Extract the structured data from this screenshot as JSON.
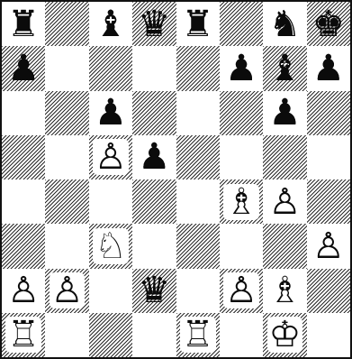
{
  "board": {
    "orientation": "white-bottom",
    "squares": [
      [
        "r",
        "",
        "b",
        "q",
        "r",
        "",
        "n",
        "k"
      ],
      [
        "p",
        "",
        "",
        "",
        "",
        "p",
        "b",
        "p"
      ],
      [
        "",
        "",
        "p",
        "",
        "",
        "",
        "p",
        ""
      ],
      [
        "",
        "",
        "P",
        "p",
        "",
        "",
        "",
        ""
      ],
      [
        "",
        "",
        "",
        "",
        "",
        "B",
        "P",
        ""
      ],
      [
        "",
        "",
        "N",
        "",
        "",
        "",
        "",
        "P"
      ],
      [
        "P",
        "P",
        "",
        "q",
        "",
        "P",
        "B",
        ""
      ],
      [
        "R",
        "",
        "",
        "",
        "R",
        "",
        "K",
        ""
      ]
    ],
    "glyphs": {
      "K": "♔",
      "Q": "♕",
      "R": "♖",
      "B": "♗",
      "N": "♘",
      "P": "♙",
      "k": "♚",
      "q": "♛",
      "r": "♜",
      "b": "♝",
      "n": "♞",
      "p": "♟"
    },
    "piece_names": {
      "K": "white-king",
      "Q": "white-queen",
      "R": "white-rook",
      "B": "white-bishop",
      "N": "white-knight",
      "P": "white-pawn",
      "k": "black-king",
      "q": "black-queen",
      "r": "black-rook",
      "b": "black-bishop",
      "n": "black-knight",
      "p": "black-pawn"
    }
  }
}
